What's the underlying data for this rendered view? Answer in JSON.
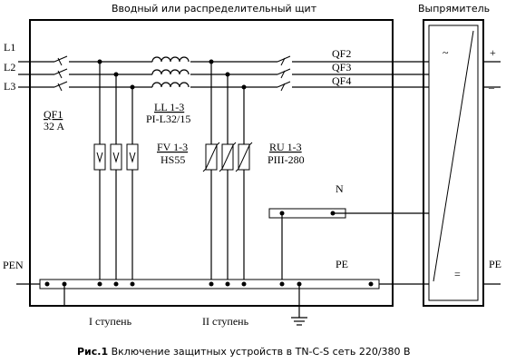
{
  "title_panel": "Вводный или распределительный щит",
  "title_rectifier": "Выпрямитель",
  "lines": {
    "l1": "L1",
    "l2": "L2",
    "l3": "L3",
    "pen": "PEN"
  },
  "qf1": {
    "name": "QF1",
    "rating": "32 A"
  },
  "ll": {
    "name": "LL 1-3",
    "type": "PI-L32/15"
  },
  "fv": {
    "name": "FV 1-3",
    "type": "HS55"
  },
  "ru": {
    "name": "RU 1-3",
    "type": "PIII-280"
  },
  "qf_out": {
    "qf2": "QF2",
    "qf3": "QF3",
    "qf4": "QF4"
  },
  "n_label": "N",
  "pe_inner": "PE",
  "pe_outer": "PE",
  "rectifier_symbols": {
    "ac": "~",
    "dc": "="
  },
  "dc_terminals": {
    "plus": "+",
    "minus": "–"
  },
  "stages": {
    "first": "I ступень",
    "second": "II ступень"
  },
  "caption": {
    "prefix": "Рис.1",
    "text": " Включение защитных устройств в TN-C-S сеть 220/380 В"
  }
}
